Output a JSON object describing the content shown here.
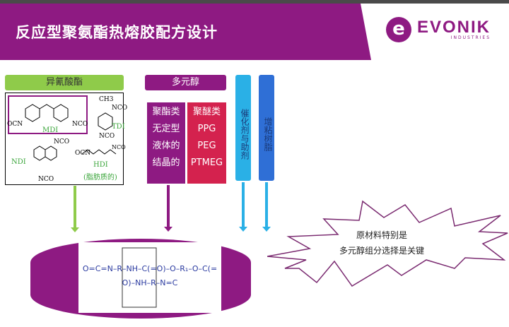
{
  "header": {
    "title": "反应型聚氨酯热熔胶配方设计",
    "logo_text": "EVONIK",
    "logo_sub": "INDUSTRIES"
  },
  "isocyanate": {
    "label": "异氰酸酯",
    "mdi": "MDI",
    "tdi": "TDI",
    "ndi": "NDI",
    "hdi": "HDI",
    "hdi_note": "(脂肪质的)",
    "groups": {
      "nco": "NCO",
      "ocn": "OCN",
      "ch3": "CH3"
    }
  },
  "polyol": {
    "label": "多元醇",
    "polyester": [
      "聚酯类",
      "无定型",
      "液体的",
      "结晶的"
    ],
    "polyether": [
      "聚醚类",
      "PPG",
      "PEG",
      "PTMEG"
    ]
  },
  "catalyst": {
    "label": "催化剂与助剂"
  },
  "tackifier": {
    "label": "增粘树脂"
  },
  "formula": {
    "text": "O=C=N–R–NH–C(=O)–O–R₁–O–C(=O)–NH–R–N=C"
  },
  "callout": {
    "line1": "原材料特别是",
    "line2": "多元醇组分选择是关键"
  },
  "colors": {
    "brand": "#8e1a82",
    "green": "#8fcb4a",
    "red": "#d4224e",
    "cyan": "#2ab0e6",
    "blue": "#2f6fd6"
  }
}
